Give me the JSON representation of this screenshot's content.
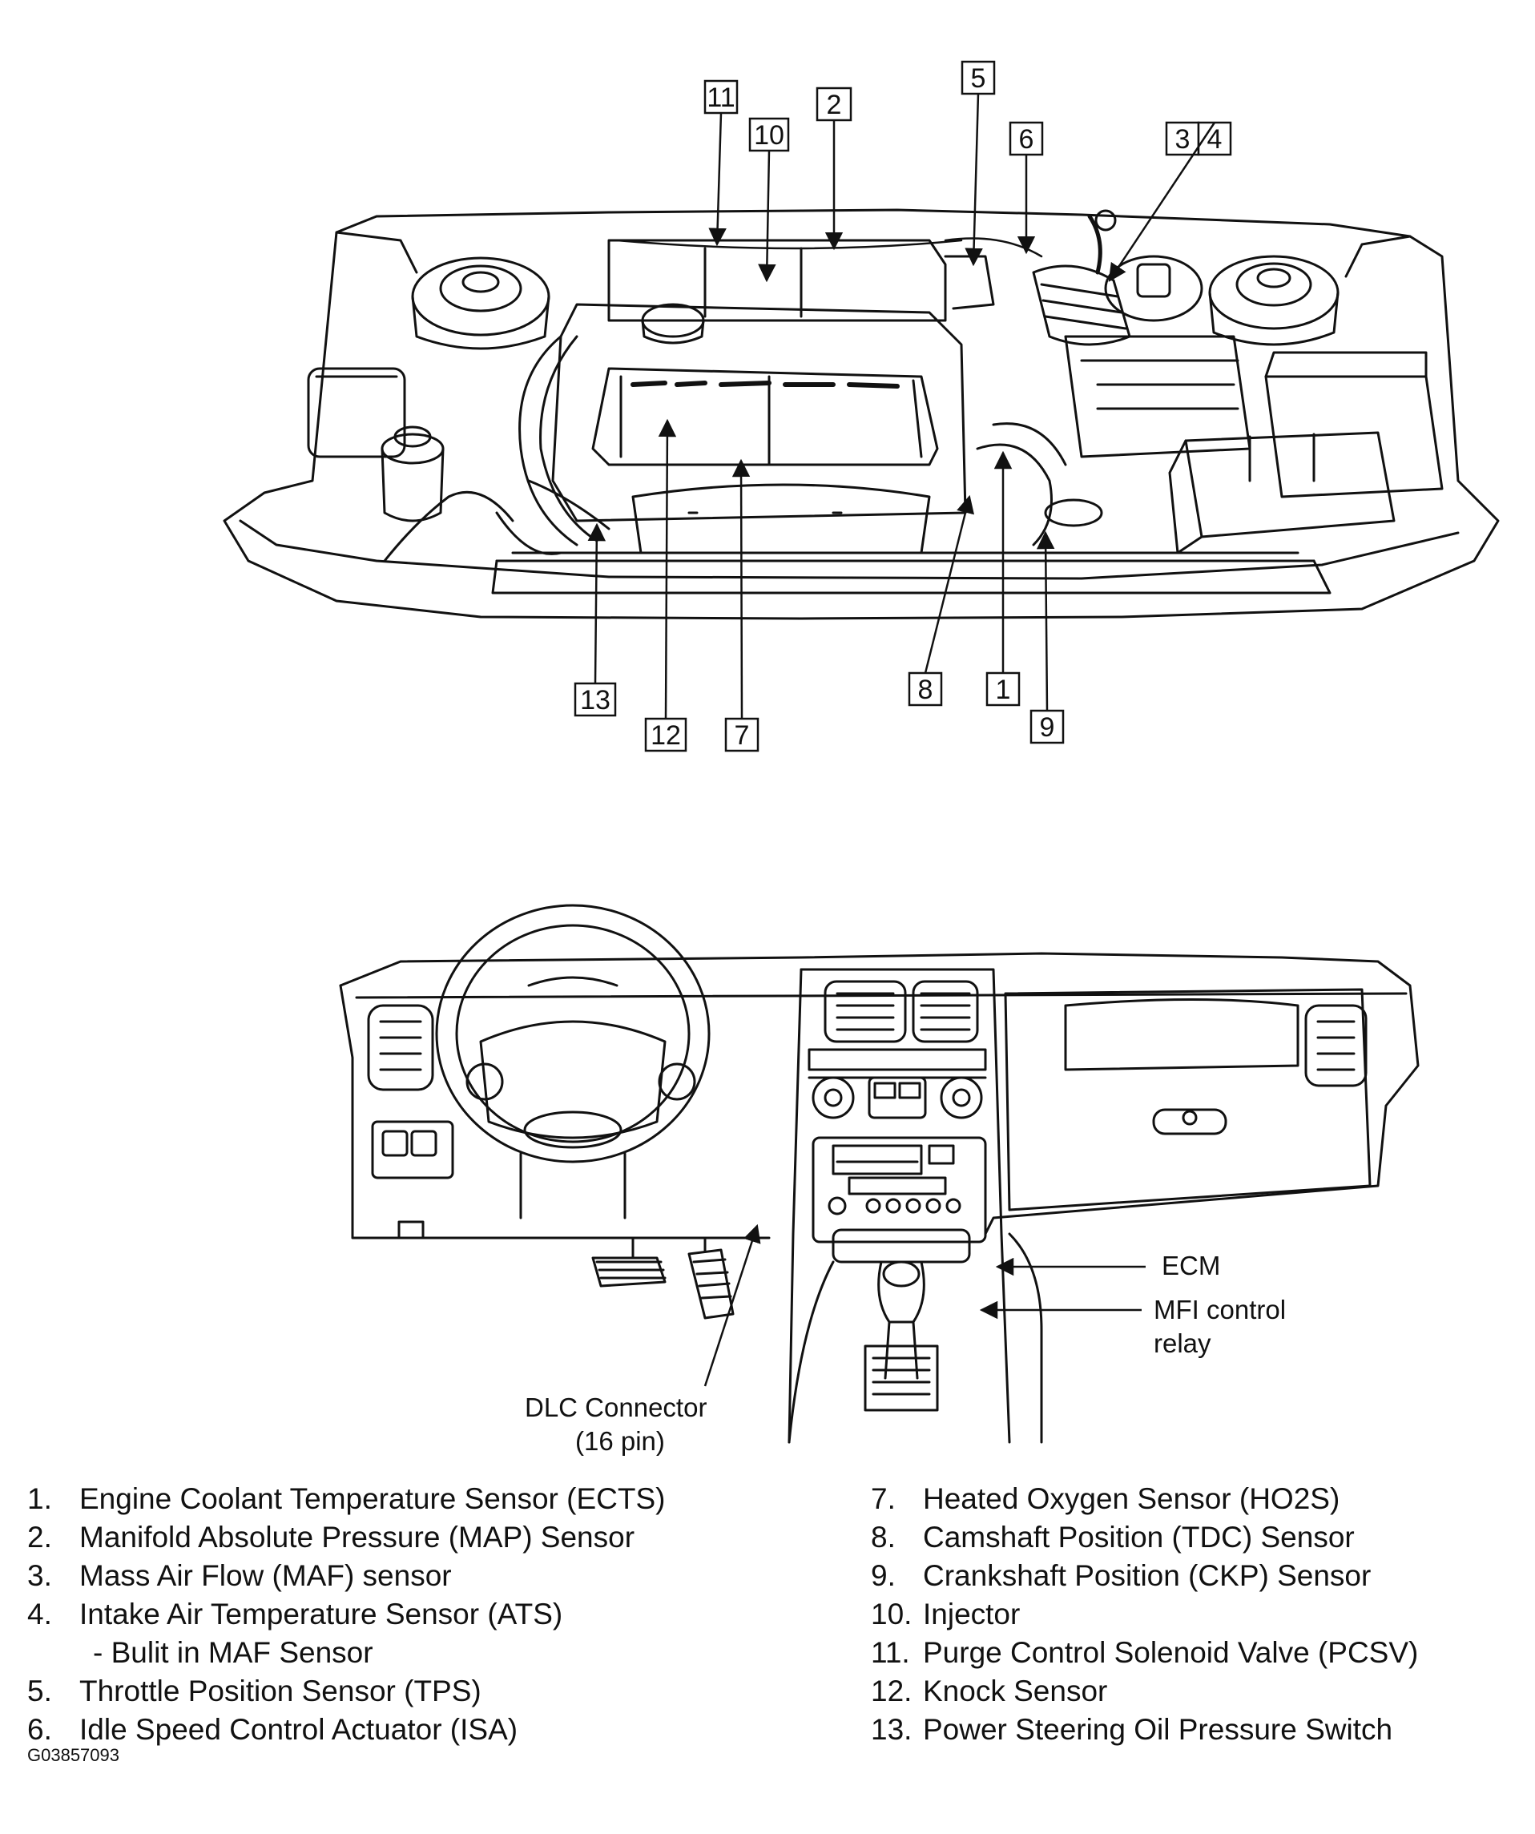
{
  "callouts": [
    "1",
    "2",
    "3",
    "4",
    "5",
    "6",
    "7",
    "8",
    "9",
    "10",
    "11",
    "12",
    "13"
  ],
  "dash_labels": {
    "ecm": "ECM",
    "mfi_line1": "MFI control",
    "mfi_line2": "relay",
    "dlc_line1": "DLC Connector",
    "dlc_line2": "(16 pin)"
  },
  "legend_left": [
    {
      "num": "1.",
      "text": "Engine Coolant Temperature Sensor (ECTS)"
    },
    {
      "num": "2.",
      "text": "Manifold Absolute Pressure (MAP) Sensor"
    },
    {
      "num": "3.",
      "text": "Mass Air Flow (MAF) sensor"
    },
    {
      "num": "4.",
      "text": "Intake Air Temperature Sensor (ATS)",
      "sub": "- Bulit in MAF Sensor"
    },
    {
      "num": "5.",
      "text": "Throttle Position Sensor (TPS)"
    },
    {
      "num": "6.",
      "text": "Idle Speed Control Actuator (ISA)"
    }
  ],
  "legend_right": [
    {
      "num": "7.",
      "text": "Heated Oxygen Sensor (HO2S)"
    },
    {
      "num": "8.",
      "text": "Camshaft Position (TDC) Sensor"
    },
    {
      "num": "9.",
      "text": "Crankshaft Position (CKP) Sensor"
    },
    {
      "num": "10.",
      "text": "Injector"
    },
    {
      "num": "11.",
      "text": "Purge Control Solenoid Valve (PCSV)"
    },
    {
      "num": "12.",
      "text": "Knock Sensor"
    },
    {
      "num": "13.",
      "text": "Power Steering Oil Pressure Switch"
    }
  ],
  "figure_id": "G03857093"
}
